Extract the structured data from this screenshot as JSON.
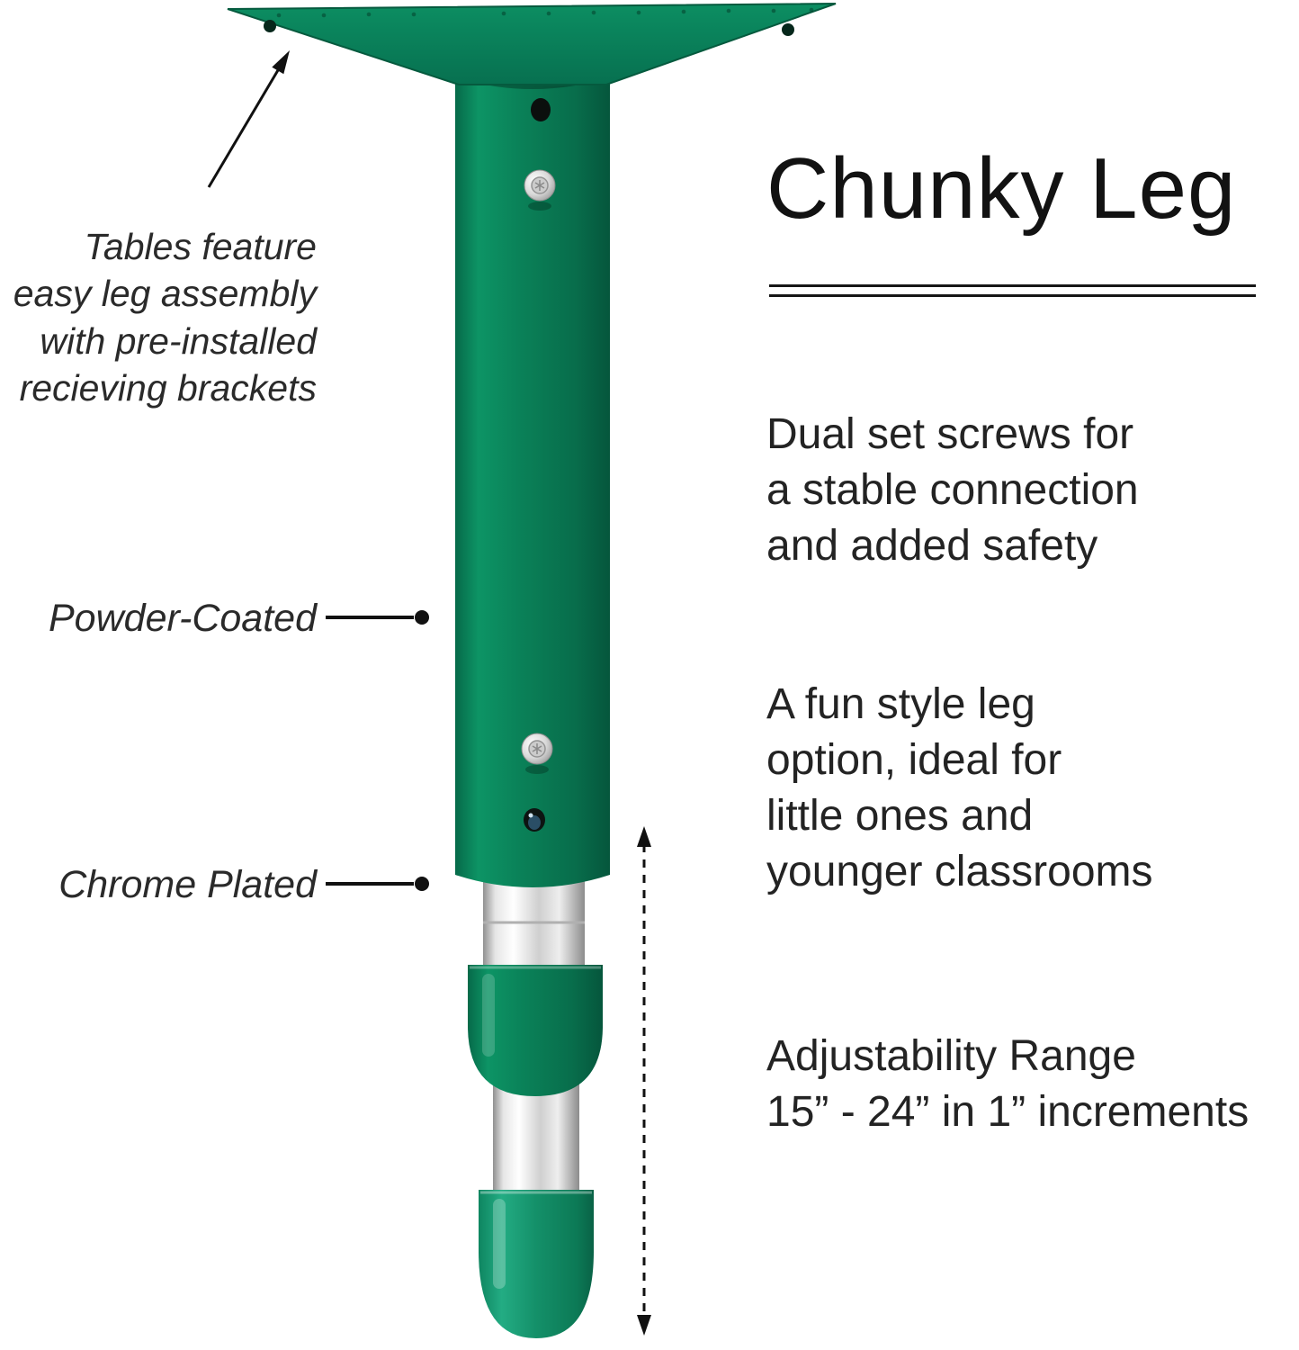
{
  "left_annotations": {
    "bracket_note": "Tables feature\neasy leg assembly\nwith pre-installed\nrecieving brackets",
    "powder_coated": "Powder-Coated",
    "chrome_plated": "Chrome Plated"
  },
  "right_panel": {
    "title": "Chunky Leg",
    "features": [
      "Dual set screws for\na stable connection\nand added safety",
      "A fun style leg\noption, ideal for\nlittle ones and\nyounger classrooms",
      "Adjustability Range\n15” - 24” in 1” increments"
    ]
  },
  "illustration": {
    "parts": [
      "mounting-plate",
      "table-leg",
      "set-screw-top",
      "set-screw-bottom",
      "adjustment-hole",
      "chrome-tube-upper",
      "chrome-tube-lower",
      "green-collar",
      "foot-cap",
      "adjustability-range-arrow",
      "bracket-pointer-arrow",
      "powder-coated-leader",
      "chrome-plated-leader"
    ]
  },
  "colors": {
    "leg_green": "#0a8158",
    "leg_green_dark": "#05563c",
    "cap_green_light": "#23ac83",
    "chrome_silver": "#d6d6d6",
    "text_dark": "#1d1d1d",
    "background": "#ffffff"
  }
}
